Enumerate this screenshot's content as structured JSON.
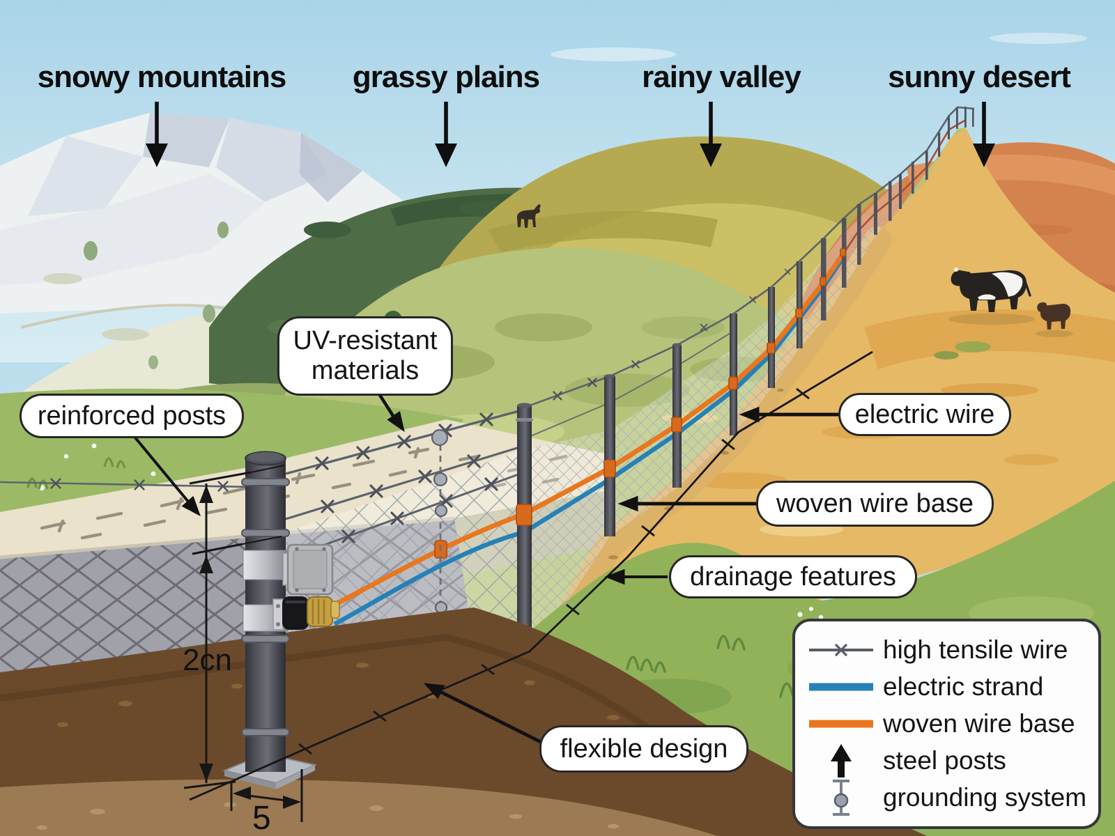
{
  "terrain_labels": [
    {
      "label": "snowy mountains"
    },
    {
      "label": "grassy plains"
    },
    {
      "label": "rainy valley"
    },
    {
      "label": "sunny desert"
    }
  ],
  "callouts": {
    "uv_resistant": {
      "label": "UV-resistant materials"
    },
    "reinforced_posts": {
      "label": "reinforced posts"
    },
    "electric_wire": {
      "label": "electric wire"
    },
    "woven_wire_base": {
      "label": "woven wire base"
    },
    "drainage_features": {
      "label": "drainage features"
    },
    "flexible_design": {
      "label": "flexible design"
    }
  },
  "dimensions": {
    "post_depth_label": "2cn",
    "base_width_label": "5"
  },
  "legend": {
    "items": [
      {
        "id": "high-tensile-wire",
        "label": "high tensile wire",
        "color": "#565c66"
      },
      {
        "id": "electric-strand",
        "label": "electric strand",
        "color": "#2581b8"
      },
      {
        "id": "woven-wire-base",
        "label": "woven wire base",
        "color": "#e8771f"
      },
      {
        "id": "steel-posts",
        "label": "steel posts",
        "color": "#111111"
      },
      {
        "id": "grounding-system",
        "label": "grounding system",
        "color": "#7b818b"
      }
    ]
  },
  "colors": {
    "electric_strand": "#2581b8",
    "woven_wire": "#e8771f",
    "distant_wire": "#a85038",
    "sky": "#b7dcec",
    "sand": "#e6b967",
    "grass": "#92b25a",
    "callout_border": "#262626"
  }
}
